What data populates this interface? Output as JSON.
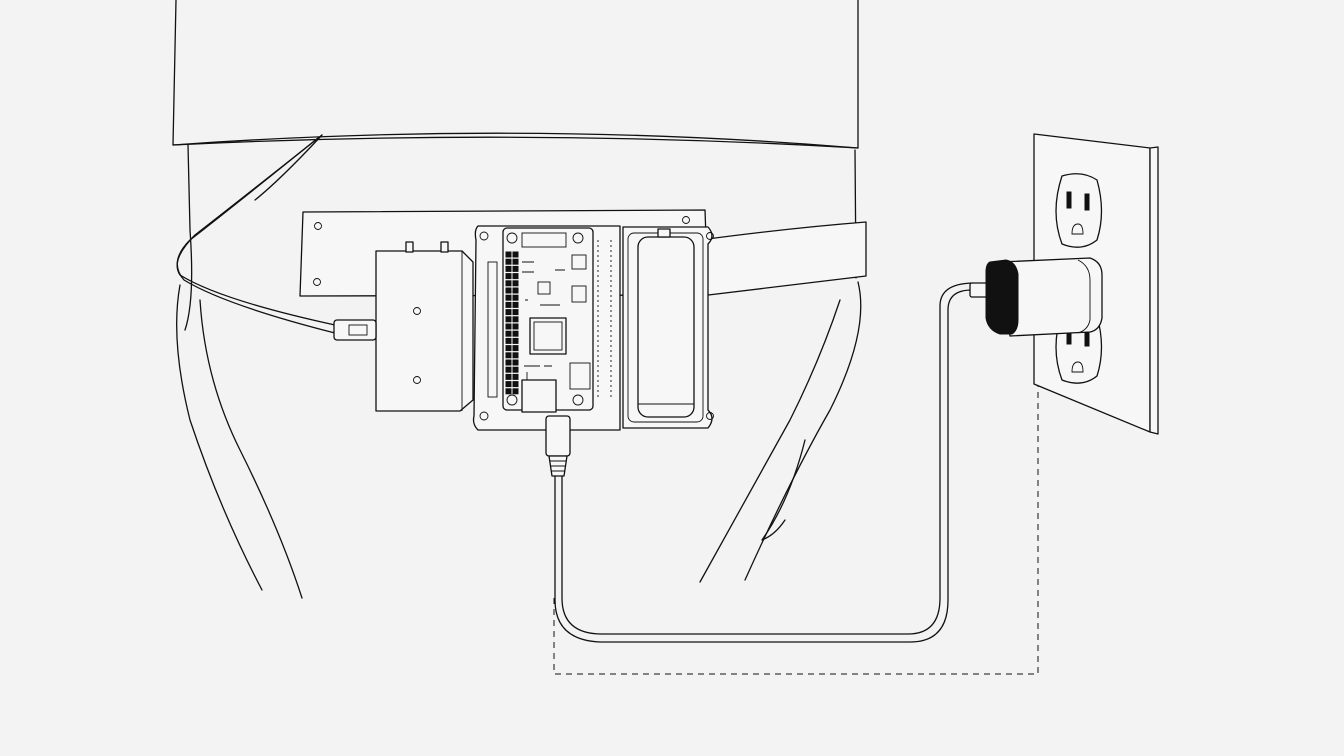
{
  "diagram": {
    "colors": {
      "background": "#f3f3f3",
      "line": "#111111",
      "charger_face": "#111111"
    },
    "parts": [
      "torso-with-belt",
      "sensor-module",
      "microcontroller-board",
      "battery-holder",
      "usb-cable",
      "usb-wall-charger",
      "wall-outlet"
    ]
  }
}
